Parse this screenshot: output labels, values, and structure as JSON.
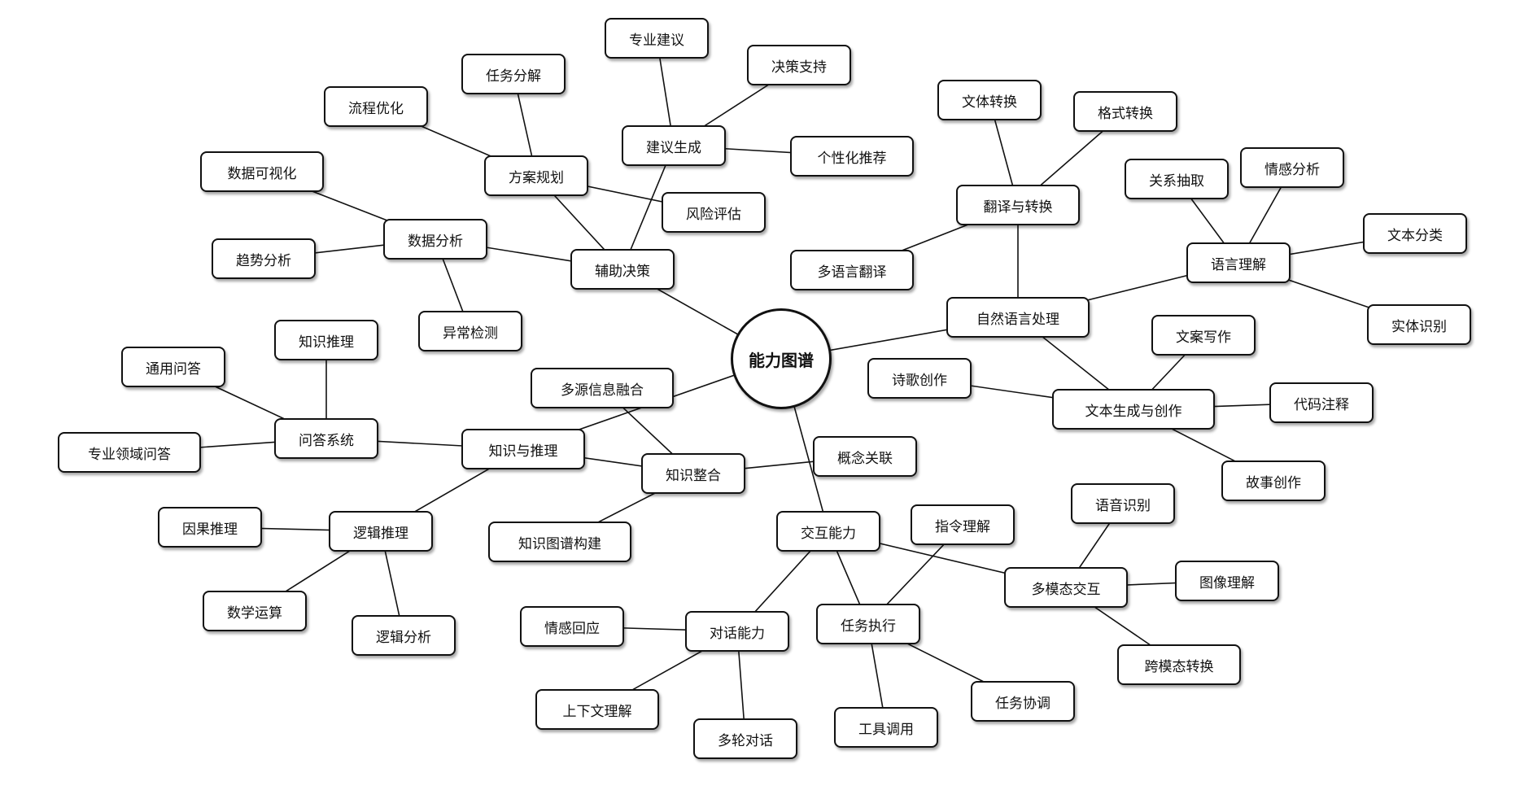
{
  "center": {
    "id": "root",
    "label": "能力图谱"
  },
  "nodes": [
    {
      "id": "aux",
      "label": "辅助决策"
    },
    {
      "id": "plan",
      "label": "方案规划"
    },
    {
      "id": "proc",
      "label": "流程优化"
    },
    {
      "id": "task_dec",
      "label": "任务分解"
    },
    {
      "id": "suggest",
      "label": "建议生成"
    },
    {
      "id": "expert",
      "label": "专业建议"
    },
    {
      "id": "decision",
      "label": "决策支持"
    },
    {
      "id": "personal",
      "label": "个性化推荐"
    },
    {
      "id": "risk",
      "label": "风险评估"
    },
    {
      "id": "data",
      "label": "数据分析"
    },
    {
      "id": "dataviz",
      "label": "数据可视化"
    },
    {
      "id": "trend",
      "label": "趋势分析"
    },
    {
      "id": "anomaly",
      "label": "异常检测"
    },
    {
      "id": "nlp",
      "label": "自然语言处理"
    },
    {
      "id": "trans",
      "label": "翻译与转换"
    },
    {
      "id": "style",
      "label": "文体转换"
    },
    {
      "id": "format",
      "label": "格式转换"
    },
    {
      "id": "multilang",
      "label": "多语言翻译"
    },
    {
      "id": "lang",
      "label": "语言理解"
    },
    {
      "id": "relation",
      "label": "关系抽取"
    },
    {
      "id": "sentiment",
      "label": "情感分析"
    },
    {
      "id": "textcls",
      "label": "文本分类"
    },
    {
      "id": "ner",
      "label": "实体识别"
    },
    {
      "id": "textgen",
      "label": "文本生成与创作"
    },
    {
      "id": "copy",
      "label": "文案写作"
    },
    {
      "id": "poem",
      "label": "诗歌创作"
    },
    {
      "id": "codecomment",
      "label": "代码注释"
    },
    {
      "id": "story",
      "label": "故事创作"
    },
    {
      "id": "knowledge",
      "label": "知识与推理"
    },
    {
      "id": "multisrc",
      "label": "多源信息融合"
    },
    {
      "id": "integrate",
      "label": "知识整合"
    },
    {
      "id": "concept",
      "label": "概念关联"
    },
    {
      "id": "kgbuild",
      "label": "知识图谱构建"
    },
    {
      "id": "qa",
      "label": "问答系统"
    },
    {
      "id": "kreason",
      "label": "知识推理"
    },
    {
      "id": "generalqa",
      "label": "通用问答"
    },
    {
      "id": "domainqa",
      "label": "专业领域问答"
    },
    {
      "id": "logic",
      "label": "逻辑推理"
    },
    {
      "id": "causal",
      "label": "因果推理"
    },
    {
      "id": "math",
      "label": "数学运算"
    },
    {
      "id": "logican",
      "label": "逻辑分析"
    },
    {
      "id": "interact",
      "label": "交互能力"
    },
    {
      "id": "instruct",
      "label": "指令理解"
    },
    {
      "id": "multimodal",
      "label": "多模态交互"
    },
    {
      "id": "speech",
      "label": "语音识别"
    },
    {
      "id": "image",
      "label": "图像理解"
    },
    {
      "id": "crossmodal",
      "label": "跨模态转换"
    },
    {
      "id": "taskexec",
      "label": "任务执行"
    },
    {
      "id": "taskcoord",
      "label": "任务协调"
    },
    {
      "id": "tool",
      "label": "工具调用"
    },
    {
      "id": "dialog",
      "label": "对话能力"
    },
    {
      "id": "emotion",
      "label": "情感回应"
    },
    {
      "id": "context",
      "label": "上下文理解"
    },
    {
      "id": "multiturn",
      "label": "多轮对话"
    }
  ],
  "edges": [
    [
      "root",
      "aux"
    ],
    [
      "root",
      "nlp"
    ],
    [
      "root",
      "knowledge"
    ],
    [
      "root",
      "interact"
    ],
    [
      "aux",
      "plan"
    ],
    [
      "aux",
      "suggest"
    ],
    [
      "aux",
      "data"
    ],
    [
      "plan",
      "proc"
    ],
    [
      "plan",
      "task_dec"
    ],
    [
      "plan",
      "risk"
    ],
    [
      "suggest",
      "expert"
    ],
    [
      "suggest",
      "decision"
    ],
    [
      "suggest",
      "personal"
    ],
    [
      "data",
      "dataviz"
    ],
    [
      "data",
      "trend"
    ],
    [
      "data",
      "anomaly"
    ],
    [
      "nlp",
      "trans"
    ],
    [
      "nlp",
      "lang"
    ],
    [
      "nlp",
      "textgen"
    ],
    [
      "trans",
      "style"
    ],
    [
      "trans",
      "format"
    ],
    [
      "trans",
      "multilang"
    ],
    [
      "lang",
      "relation"
    ],
    [
      "lang",
      "sentiment"
    ],
    [
      "lang",
      "textcls"
    ],
    [
      "lang",
      "ner"
    ],
    [
      "textgen",
      "copy"
    ],
    [
      "textgen",
      "poem"
    ],
    [
      "textgen",
      "codecomment"
    ],
    [
      "textgen",
      "story"
    ],
    [
      "knowledge",
      "integrate"
    ],
    [
      "knowledge",
      "qa"
    ],
    [
      "knowledge",
      "logic"
    ],
    [
      "integrate",
      "multisrc"
    ],
    [
      "integrate",
      "concept"
    ],
    [
      "integrate",
      "kgbuild"
    ],
    [
      "qa",
      "kreason"
    ],
    [
      "qa",
      "generalqa"
    ],
    [
      "qa",
      "domainqa"
    ],
    [
      "logic",
      "causal"
    ],
    [
      "logic",
      "math"
    ],
    [
      "logic",
      "logican"
    ],
    [
      "interact",
      "multimodal"
    ],
    [
      "interact",
      "taskexec"
    ],
    [
      "interact",
      "dialog"
    ],
    [
      "multimodal",
      "speech"
    ],
    [
      "multimodal",
      "image"
    ],
    [
      "multimodal",
      "crossmodal"
    ],
    [
      "taskexec",
      "instruct"
    ],
    [
      "taskexec",
      "taskcoord"
    ],
    [
      "taskexec",
      "tool"
    ],
    [
      "dialog",
      "emotion"
    ],
    [
      "dialog",
      "context"
    ],
    [
      "dialog",
      "multiturn"
    ]
  ]
}
